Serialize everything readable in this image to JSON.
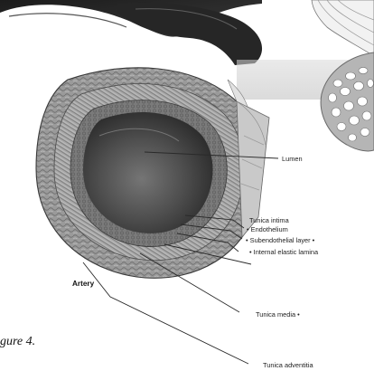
{
  "labels": {
    "lumen": "Lumen",
    "tunica_intima": "Tunica intima",
    "endothelium": "• Endothelium",
    "subendothelial_layer": "• Subendothelial layer •",
    "internal_elastic_lamina": "• Internal elastic lamina",
    "artery": "Artery",
    "tunica_media": "Tunica media •",
    "tunica_adventitia": "Tunica adventitia"
  },
  "caption": "gure 4."
}
